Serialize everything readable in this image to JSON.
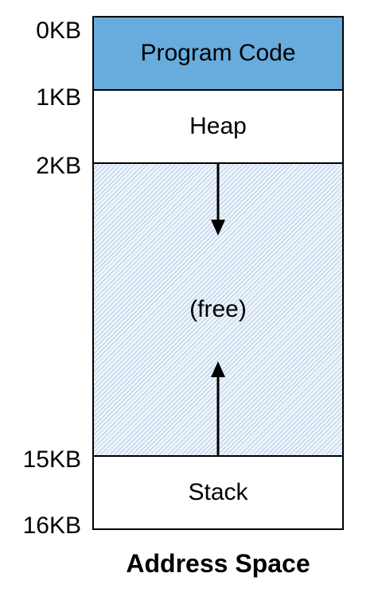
{
  "address_labels": {
    "kb0": "0KB",
    "kb1": "1KB",
    "kb2": "2KB",
    "kb15": "15KB",
    "kb16": "16KB"
  },
  "segments": {
    "program_code": "Program Code",
    "heap": "Heap",
    "free": "(free)",
    "stack": "Stack"
  },
  "caption": "Address Space",
  "colors": {
    "program_code_fill": "#67acdc",
    "free_hatch": "#b7cfe8",
    "border": "#000000"
  },
  "icons": {
    "heap_growth": "arrow-down-icon",
    "stack_growth": "arrow-up-icon"
  }
}
